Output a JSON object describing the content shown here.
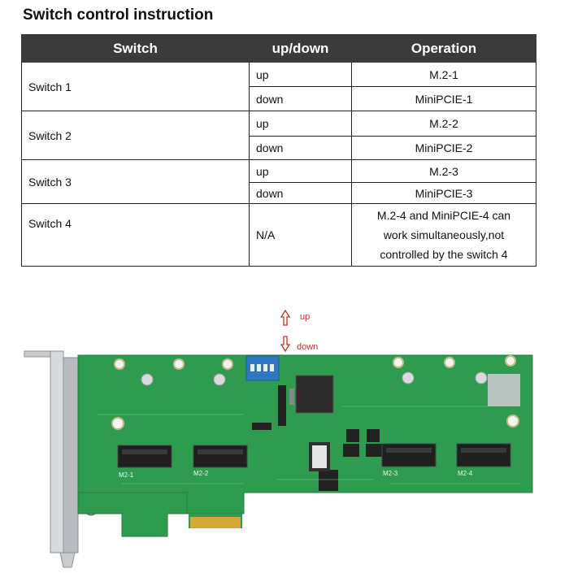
{
  "title": "Switch control instruction",
  "table": {
    "headers": [
      "Switch",
      "up/down",
      "Operation"
    ],
    "rows": [
      {
        "switch": "Switch 1",
        "up": "up",
        "up_op": "M.2-1",
        "down": "down",
        "down_op": "MiniPCIE-1"
      },
      {
        "switch": "Switch 2",
        "up": "up",
        "up_op": "M.2-2",
        "down": "down",
        "down_op": "MiniPCIE-2"
      },
      {
        "switch": "Switch 3",
        "up": "up",
        "up_op": "M.2-3",
        "down": "down",
        "down_op": "MiniPCIE-3"
      }
    ],
    "row4": {
      "switch": "Switch 4",
      "updown": "N/A",
      "op_lines": [
        "M.2-4 and MiniPCIE-4 can",
        "work simultaneously,not",
        "controlled by the switch 4"
      ]
    }
  },
  "photo": {
    "up_label": "up",
    "down_label": "down",
    "slots": [
      "M2-1",
      "M2-2",
      "M2-3",
      "M2-4"
    ],
    "pcb_color": "#2f9b4f",
    "dip_color": "#2f78c4",
    "arrow_color": "#c0352b"
  }
}
